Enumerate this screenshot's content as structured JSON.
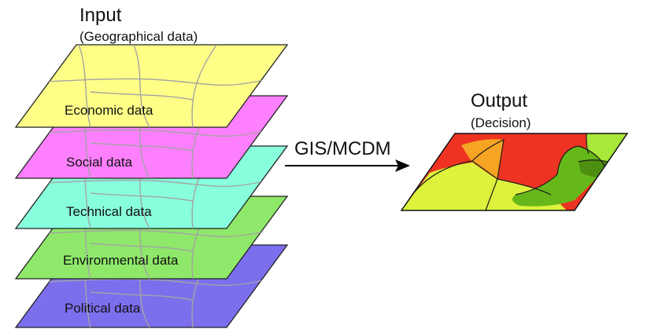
{
  "input": {
    "title": "Input",
    "subtitle": "(Geographical data)"
  },
  "layers": [
    {
      "label": "Economic data",
      "color": "#ffff88"
    },
    {
      "label": "Social data",
      "color": "#ff80ff"
    },
    {
      "label": "Technical data",
      "color": "#88ffdd"
    },
    {
      "label": "Environmental data",
      "color": "#8fe86a"
    },
    {
      "label": "Political data",
      "color": "#7b6fee"
    }
  ],
  "process": {
    "label": "GIS/MCDM"
  },
  "output": {
    "title": "Output",
    "subtitle": "(Decision)",
    "zone_colors": [
      "#ee3322",
      "#f6a423",
      "#ddf23c",
      "#a8e838",
      "#66b81a",
      "#4d8f10"
    ]
  }
}
